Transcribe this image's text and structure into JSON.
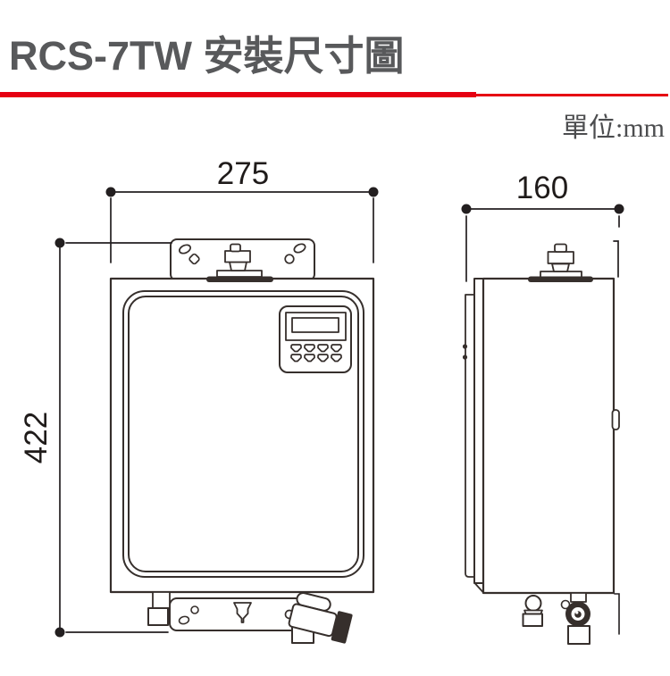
{
  "header": {
    "title": "RCS-7TW 安裝尺寸圖",
    "unit_label": "單位:mm"
  },
  "colors": {
    "accent_red": "#e60012",
    "drawing_line": "#362f2c",
    "dimension_ink": "#231f20",
    "title_gray": "#58595b"
  },
  "dimensions": {
    "front_width_mm": "275",
    "front_height_mm": "422",
    "side_depth_mm": "160"
  }
}
